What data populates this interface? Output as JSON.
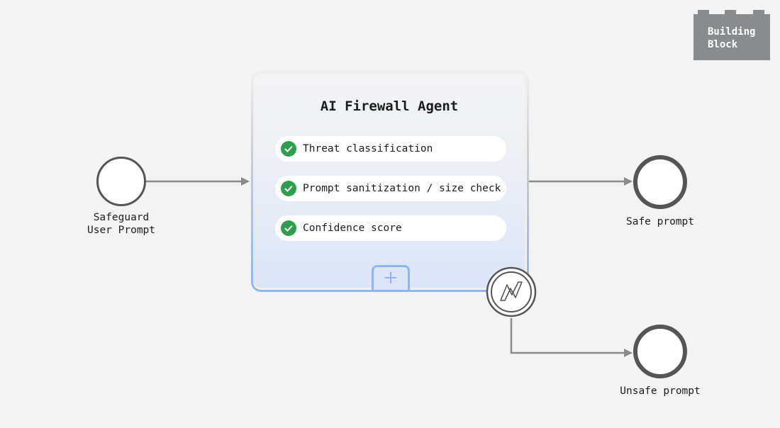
{
  "building_block": {
    "label": "Building\nBlock",
    "color": "#8a8b8c"
  },
  "task": {
    "title": "AI Firewall Agent",
    "items": [
      {
        "label": "Threat classification",
        "icon": "check-icon"
      },
      {
        "label": "Prompt sanitization / size check",
        "icon": "check-icon"
      },
      {
        "label": "Confidence score",
        "icon": "check-icon"
      }
    ],
    "expand_icon": "+",
    "accent_color": "#8fb5f2",
    "check_color": "#2e9e4f"
  },
  "events": {
    "start": {
      "label": "Safeguard\nUser Prompt"
    },
    "end_safe": {
      "label": "Safe prompt"
    },
    "end_unsafe": {
      "label": "Unsafe prompt"
    },
    "boundary": {
      "icon": "lightning-icon"
    }
  },
  "connector_color": "#8a8a8a"
}
